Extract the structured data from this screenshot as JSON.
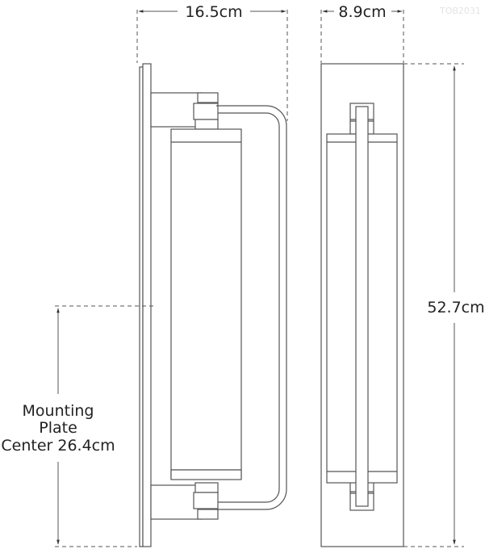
{
  "diagram": {
    "watermark": "TOB2031",
    "dimensions": {
      "depth": "16.5cm",
      "width": "8.9cm",
      "height": "52.7cm",
      "mounting_line1": "Mounting",
      "mounting_line2": "Plate",
      "mounting_line3": "Center 26.4cm"
    },
    "views": [
      "side-view",
      "front-view"
    ],
    "colors": {
      "line": "#555555",
      "text": "#222222",
      "watermark": "#e4e4e4"
    }
  }
}
